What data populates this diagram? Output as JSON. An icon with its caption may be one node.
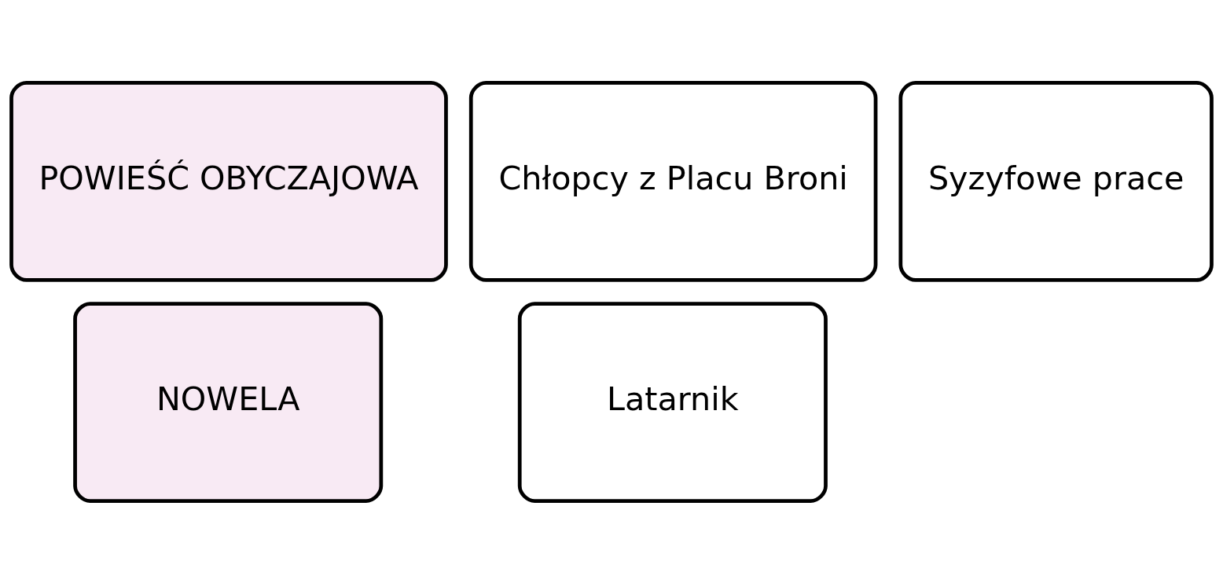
{
  "diagram": {
    "nodes": [
      {
        "text": [
          "POWIEŚĆ OBYCZAJOWA"
        ]
      },
      {
        "text": [
          "Syzyfowe prace"
        ]
      },
      {
        "text": [
          "Chłopcy z Placu Broni"
        ]
      },
      {
        "text": [
          "NOWELA"
        ]
      },
      {
        "text": [
          "Latarnik"
        ]
      }
    ]
  }
}
